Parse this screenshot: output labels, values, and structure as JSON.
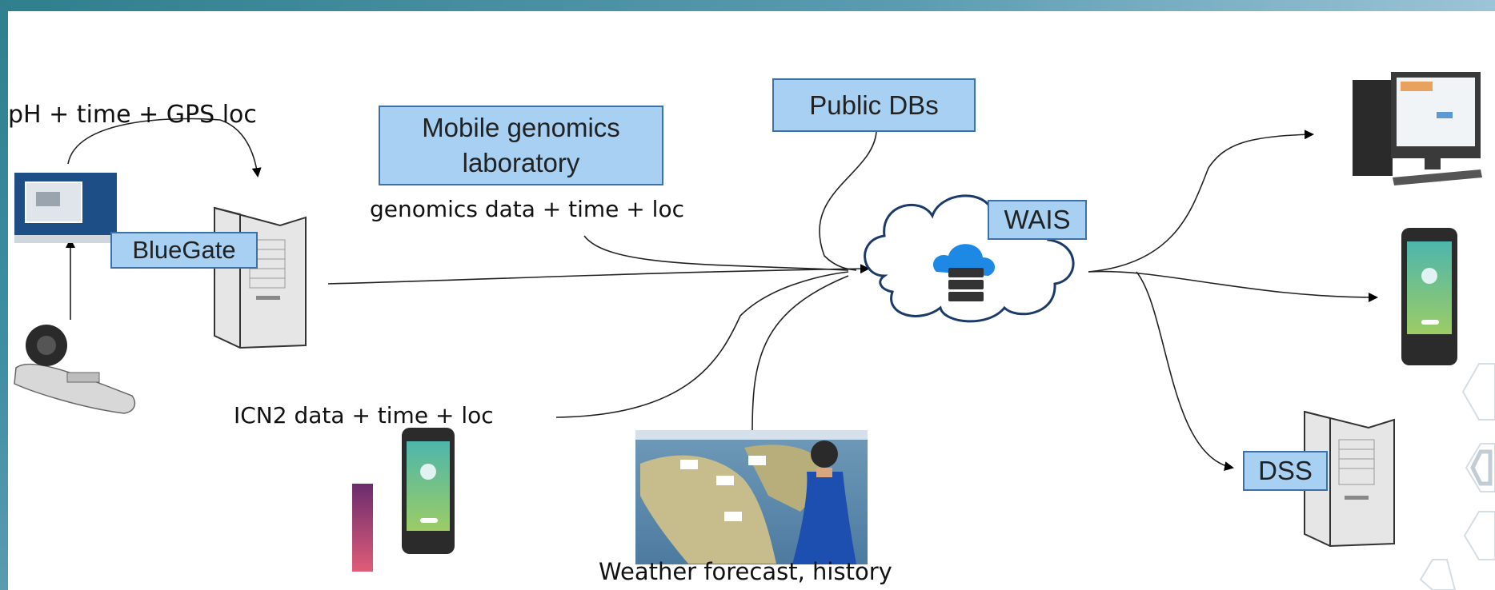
{
  "labels": {
    "sensor_flow": "pH + time + GPS loc",
    "genomics_flow": "genomics data + time + loc",
    "icn2_flow": "ICN2 data + time + loc",
    "weather": "Weather forecast, history"
  },
  "boxes": {
    "bluegate": "BlueGate",
    "mobile_lab_line1": "Mobile genomics",
    "mobile_lab_line2": "laboratory",
    "public_dbs": "Public DBs",
    "wais": "WAIS",
    "dss": "DSS"
  },
  "colors": {
    "box_fill": "#a8d0f2",
    "box_border": "#3d6fa8",
    "accent_bar": "#2f7f8d",
    "cloud_icon": "#1e88e5"
  },
  "icons": [
    "sensor-device-icon",
    "boat-icon",
    "server-icon",
    "cloud-database-icon",
    "desktop-computer-icon",
    "smartphone-icon",
    "weather-map-icon",
    "hexagon-pattern-icon"
  ]
}
